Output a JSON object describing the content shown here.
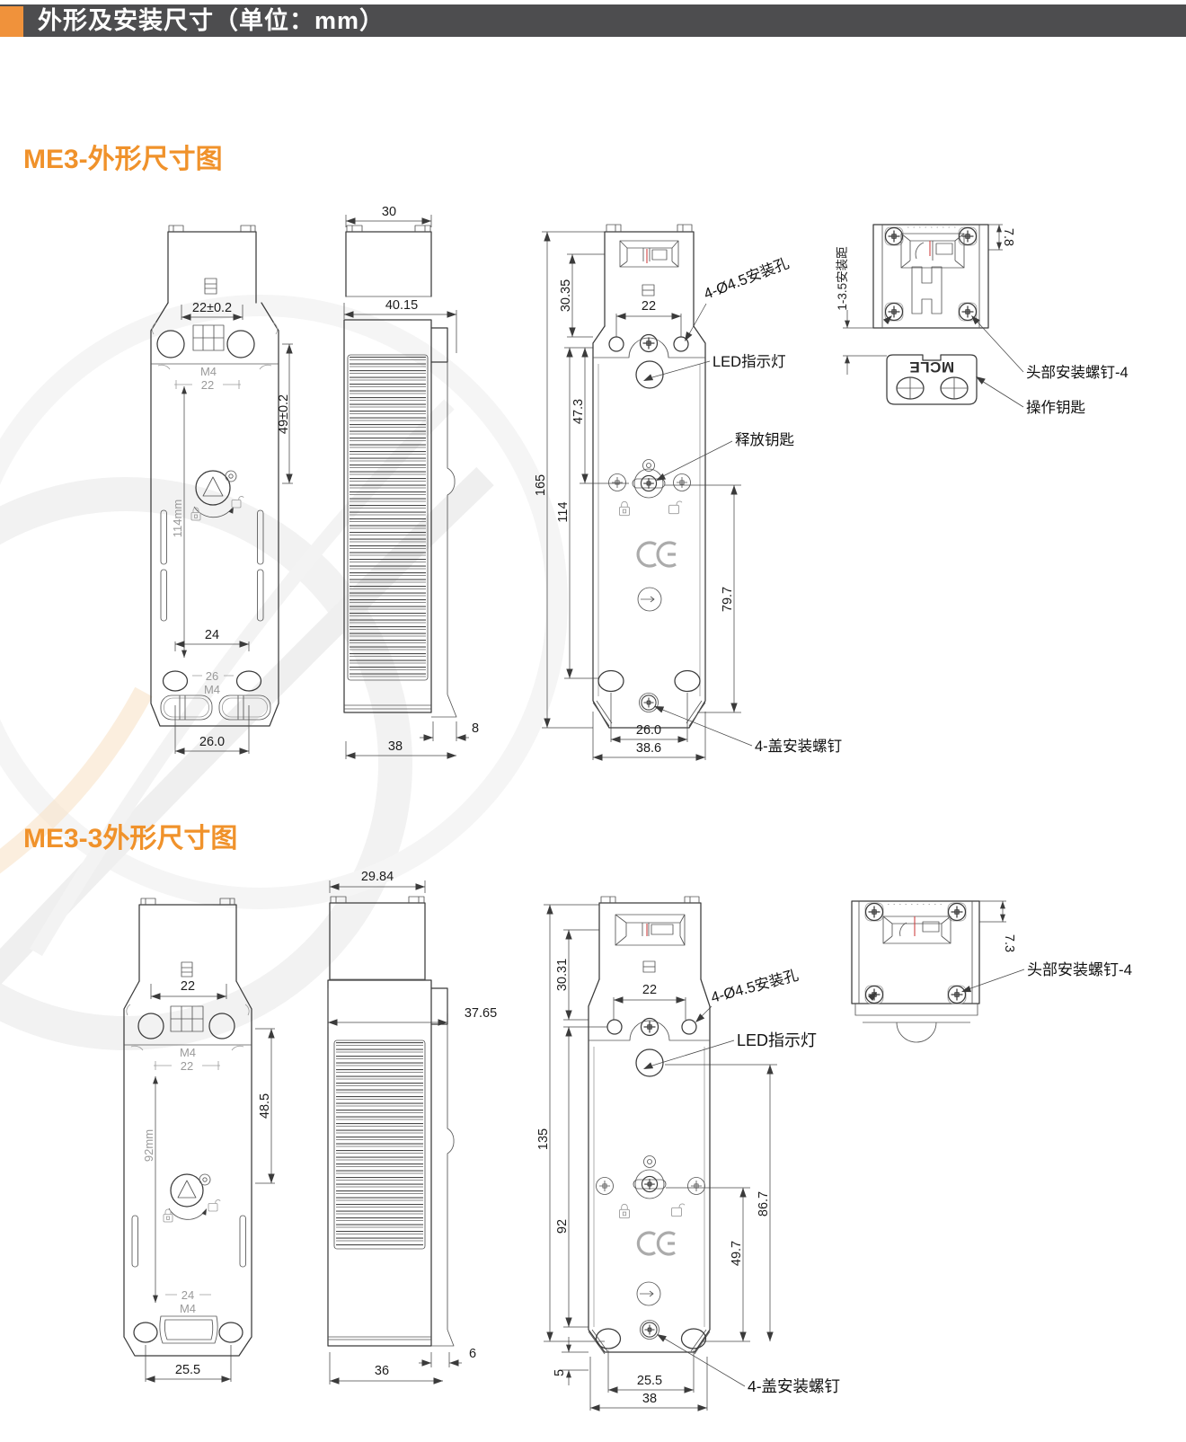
{
  "page": {
    "header_title": "外形及安装尺寸（单位：mm）",
    "accent_color": "#f0923b",
    "header_bg": "#4d4d4f"
  },
  "section1": {
    "title": "ME3-外形尺寸图"
  },
  "section2": {
    "title": "ME3-3外形尺寸图"
  },
  "me3": {
    "front": {
      "dim_width": "22±0.2",
      "m4_top": "M4",
      "e22": "22",
      "dim_height": "49±0.2",
      "e114": "114mm",
      "dim_24": "24",
      "e26": "26",
      "m4_bot": "M4",
      "dim_26": "26.0"
    },
    "side": {
      "dim_30": "30",
      "dim_4015": "40.15",
      "dim_38": "38",
      "dim_8": "8"
    },
    "back": {
      "dim_165": "165",
      "dim_3035": "30.35",
      "dim_22": "22",
      "dim_473": "47.3",
      "dim_114": "114",
      "dim_797": "79.7",
      "dim_260": "26.0",
      "dim_386": "38.6",
      "lbl_holes": "4-Ø4.5安装孔",
      "lbl_led": "LED指示灯",
      "lbl_release": "释放钥匙",
      "lbl_cover": "4-盖安装螺钉"
    },
    "top": {
      "dim_78": "7.8",
      "lbl_dist": "1-3.5安装距",
      "lbl_screw": "头部安装螺钉-4",
      "lbl_key": "操作钥匙",
      "logo": "MCLE"
    }
  },
  "me33": {
    "front": {
      "dim_22": "22",
      "m4_top": "M4",
      "e22": "22",
      "dim_485": "48.5",
      "e92": "92mm",
      "e24": "24",
      "m4_bot": "M4",
      "dim_255": "25.5"
    },
    "side": {
      "dim_2984": "29.84",
      "dim_3765": "37.65",
      "dim_36": "36",
      "dim_6": "6"
    },
    "back": {
      "dim_135": "135",
      "dim_3031": "30.31",
      "dim_22": "22",
      "dim_92": "92",
      "dim_497": "49.7",
      "dim_867": "86.7",
      "dim_5": "5",
      "dim_255": "25.5",
      "dim_38": "38",
      "lbl_holes": "4-Ø4.5安装孔",
      "lbl_led": "LED指示灯",
      "lbl_cover": "4-盖安装螺钉"
    },
    "top": {
      "dim_73": "7.3",
      "lbl_screw": "头部安装螺钉-4"
    }
  }
}
